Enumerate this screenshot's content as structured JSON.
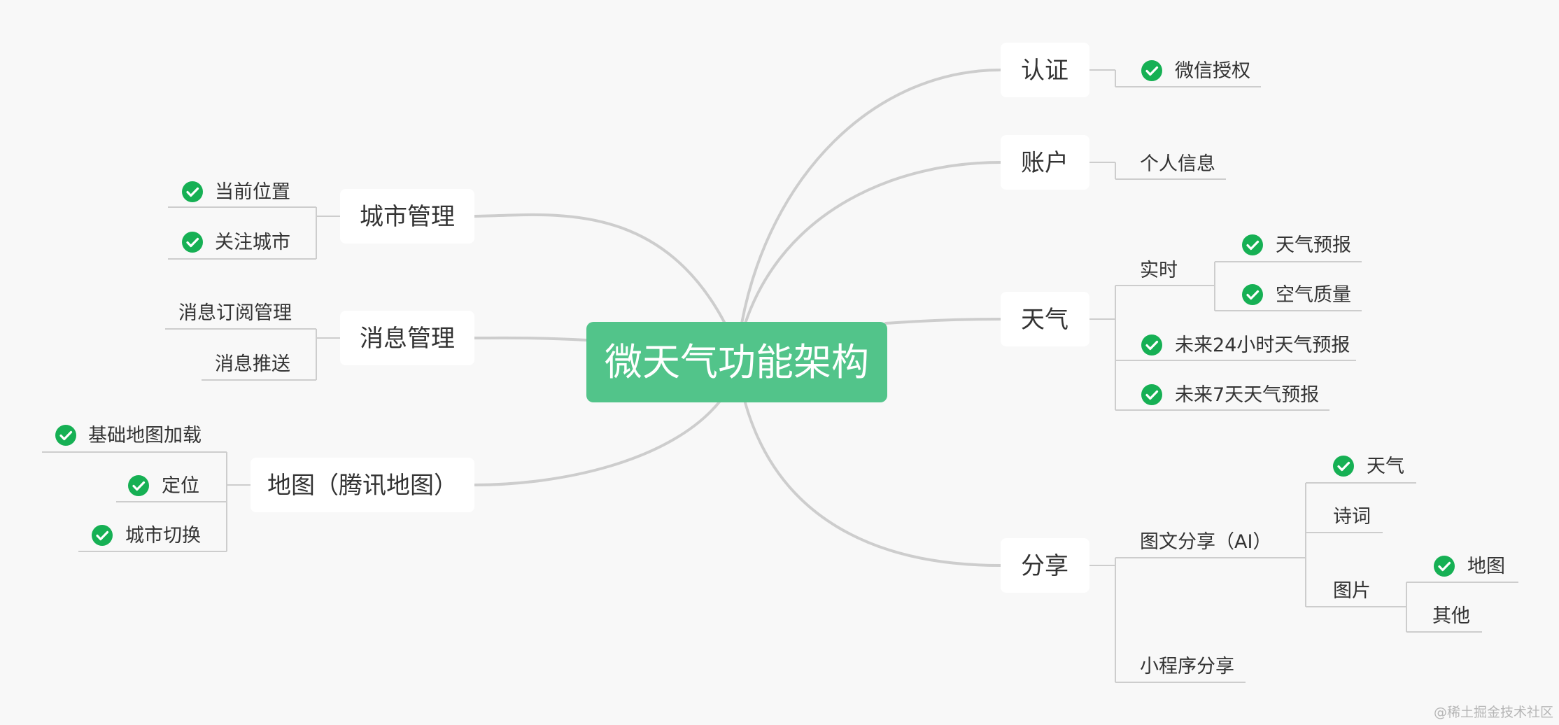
{
  "root": {
    "label": "微天气功能架构"
  },
  "left": {
    "city": {
      "label": "城市管理",
      "items": [
        {
          "label": "当前位置",
          "done": true
        },
        {
          "label": "关注城市",
          "done": true
        }
      ]
    },
    "message": {
      "label": "消息管理",
      "items": [
        {
          "label": "消息订阅管理",
          "done": false
        },
        {
          "label": "消息推送",
          "done": false
        }
      ]
    },
    "map": {
      "label": "地图（腾讯地图）",
      "items": [
        {
          "label": "基础地图加载",
          "done": true
        },
        {
          "label": "定位",
          "done": true
        },
        {
          "label": "城市切换",
          "done": true
        }
      ]
    }
  },
  "right": {
    "auth": {
      "label": "认证",
      "items": [
        {
          "label": "微信授权",
          "done": true
        }
      ]
    },
    "account": {
      "label": "账户",
      "items": [
        {
          "label": "个人信息",
          "done": false
        }
      ]
    },
    "weather": {
      "label": "天气",
      "realtime": {
        "label": "实时",
        "items": [
          {
            "label": "天气预报",
            "done": true
          },
          {
            "label": "空气质量",
            "done": true
          }
        ]
      },
      "items": [
        {
          "label": "未来24小时天气预报",
          "done": true
        },
        {
          "label": "未来7天天气预报",
          "done": true
        }
      ]
    },
    "share": {
      "label": "分享",
      "image_text": {
        "label": "图文分享（AI）",
        "weather": {
          "label": "天气",
          "done": true
        },
        "poem": {
          "label": "诗词",
          "done": false
        },
        "picture": {
          "label": "图片",
          "items": [
            {
              "label": "地图",
              "done": true
            },
            {
              "label": "其他",
              "done": false
            }
          ]
        }
      },
      "mini_program": {
        "label": "小程序分享",
        "done": false
      }
    }
  },
  "watermark": "@稀土掘金技术社区",
  "colors": {
    "background": "#f8f8f8",
    "root_fill": "#52c48a",
    "check_fill": "#16b054",
    "line": "#cdcdcd",
    "text": "#333333"
  }
}
